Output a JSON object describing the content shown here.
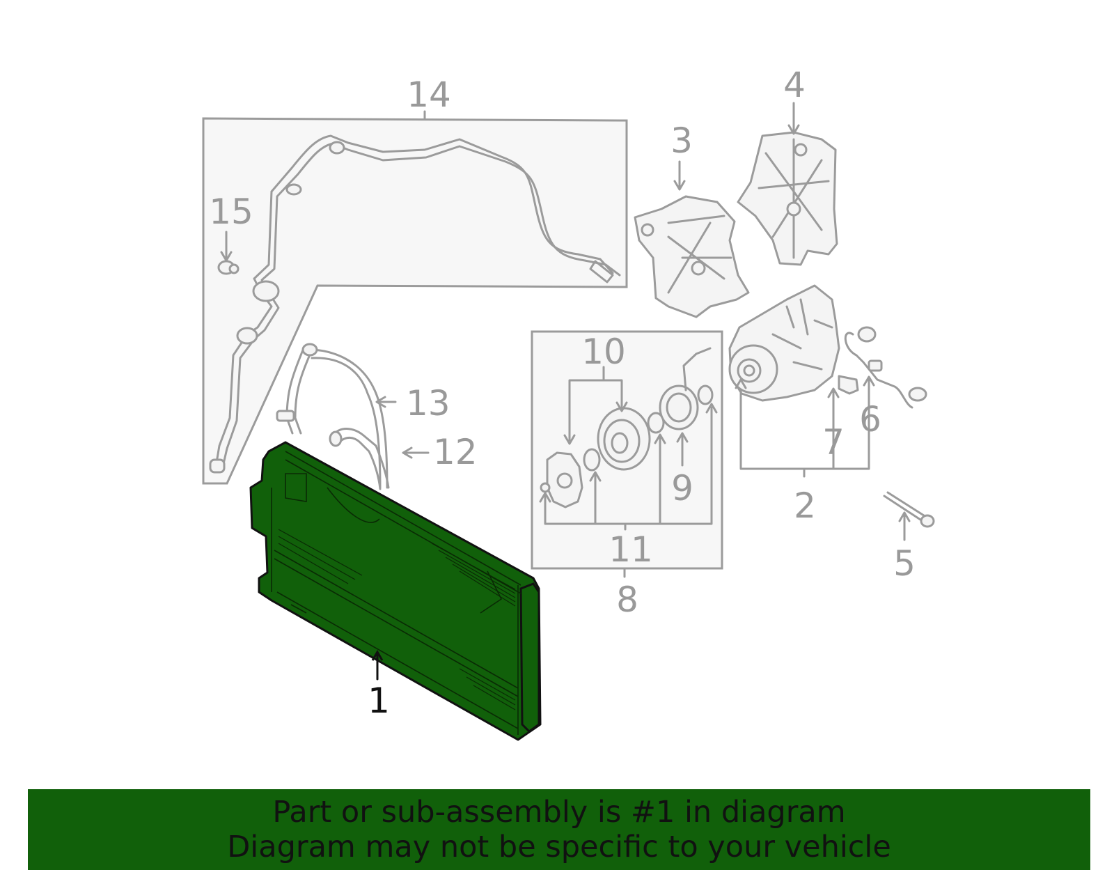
{
  "diagram": {
    "highlight_color": "#11600a",
    "part_color": "#9b9b9b",
    "callouts": {
      "c1": "1",
      "c2": "2",
      "c3": "3",
      "c4": "4",
      "c5": "5",
      "c6": "6",
      "c7": "7",
      "c8": "8",
      "c9": "9",
      "c10": "10",
      "c11": "11",
      "c12": "12",
      "c13": "13",
      "c14": "14",
      "c15": "15"
    }
  },
  "banner": {
    "line1": "Part or sub-assembly is #1 in diagram",
    "line2": "Diagram may not be specific to your vehicle"
  }
}
